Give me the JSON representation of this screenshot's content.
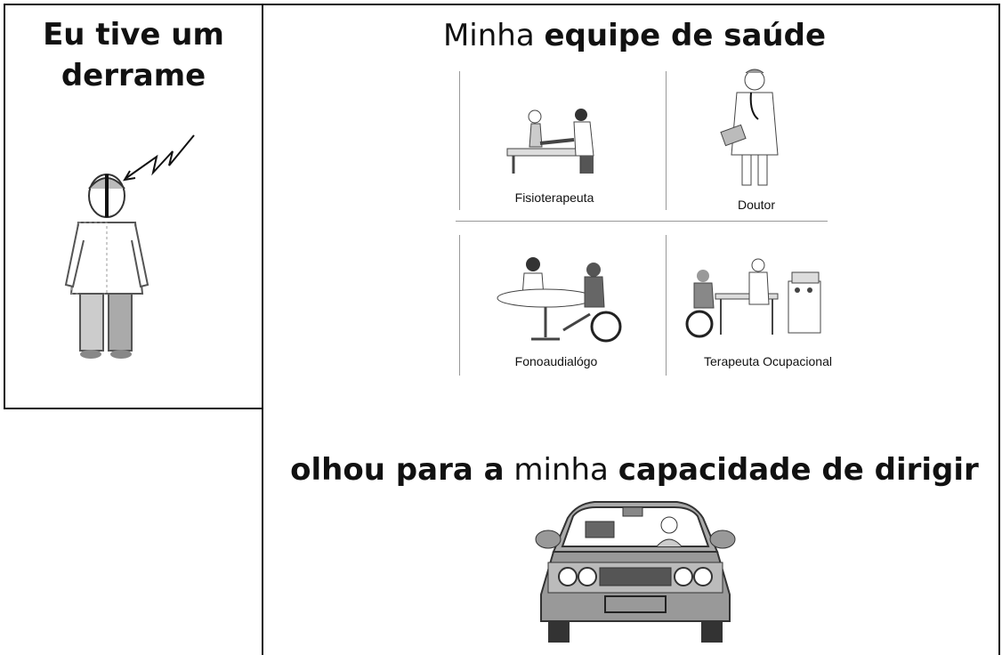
{
  "left_panel": {
    "title_line1": "Eu tive um",
    "title_line2": "derrame"
  },
  "team": {
    "title_normal": "Minha",
    "title_bold": "equipe de saúde",
    "members": [
      {
        "label": "Fisioterapeuta"
      },
      {
        "label": "Doutor"
      },
      {
        "label": "Fonoaudialógo"
      },
      {
        "label": "Terapeuta Ocupacional"
      }
    ]
  },
  "driving": {
    "part1_bold": "olhou para a",
    "part2_normal": "minha",
    "part3_bold": "capacidade de dirigir"
  }
}
